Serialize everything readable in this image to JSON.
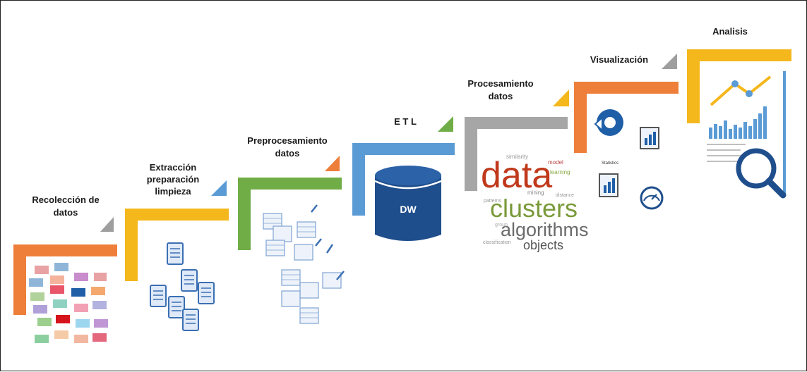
{
  "steps": [
    {
      "label_lines": [
        "Recolección de",
        "datos"
      ],
      "color": "#ee7f3b",
      "triangle": "#9e9e9e"
    },
    {
      "label_lines": [
        "Extracción",
        "preparación",
        "limpieza"
      ],
      "color": "#f4b71c",
      "triangle": "#5b9bd5"
    },
    {
      "label_lines": [
        "Preprocesamiento",
        "datos"
      ],
      "color": "#70ad47",
      "triangle": "#ee7f3b"
    },
    {
      "label_lines": [
        "E T L"
      ],
      "color": "#5b9bd5",
      "triangle": "#70ad47"
    },
    {
      "label_lines": [
        "Procesamiento",
        "datos"
      ],
      "color": "#a6a6a6",
      "triangle": "#f4b71c"
    },
    {
      "label_lines": [
        "Visualización"
      ],
      "color": "#ee7f3b",
      "triangle": "#9e9e9e"
    },
    {
      "label_lines": [
        "Analisis"
      ],
      "color": "#f4b71c",
      "triangle": null
    }
  ],
  "dw_label": "DW",
  "wordcloud": {
    "words": [
      "data",
      "clusters",
      "algorithms",
      "objects"
    ],
    "small_words": [
      "similarity",
      "model",
      "learning",
      "patterns",
      "mining",
      "classification",
      "distance",
      "group"
    ]
  },
  "visual_caption": "Statistics",
  "colors": {
    "orange": "#ee7f3b",
    "yellow": "#f4b71c",
    "green": "#70ad47",
    "blue": "#5b9bd5",
    "gray": "#a6a6a6",
    "dw_fill": "#1f4e8c",
    "wc_red": "#c0391b",
    "wc_green": "#7a9a3a"
  }
}
